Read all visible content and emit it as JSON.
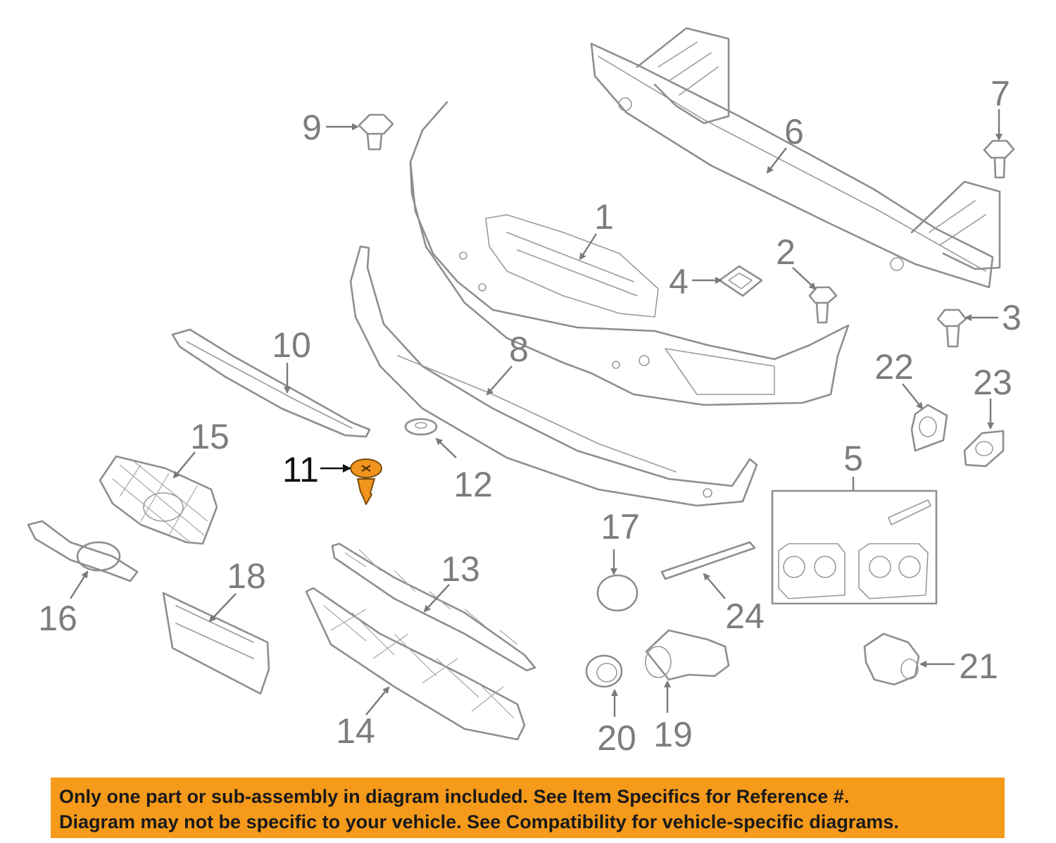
{
  "callouts": {
    "c1": "1",
    "c2": "2",
    "c3": "3",
    "c4": "4",
    "c5": "5",
    "c6": "6",
    "c7": "7",
    "c8": "8",
    "c9": "9",
    "c10": "10",
    "c11": "11",
    "c12": "12",
    "c13": "13",
    "c14": "14",
    "c15": "15",
    "c16": "16",
    "c17": "17",
    "c18": "18",
    "c19": "19",
    "c20": "20",
    "c21": "21",
    "c22": "22",
    "c23": "23",
    "c24": "24"
  },
  "highlighted_callout": "11",
  "colors": {
    "highlight_part": "#f0941e",
    "banner_background": "#f59a1b",
    "line_art": "#8e8e8e"
  },
  "banner": {
    "line1": "Only one part or sub-assembly in diagram included. See Item Specifics for Reference #.",
    "line2": "Diagram may not be specific to your vehicle. See Compatibility for vehicle-specific diagrams."
  }
}
